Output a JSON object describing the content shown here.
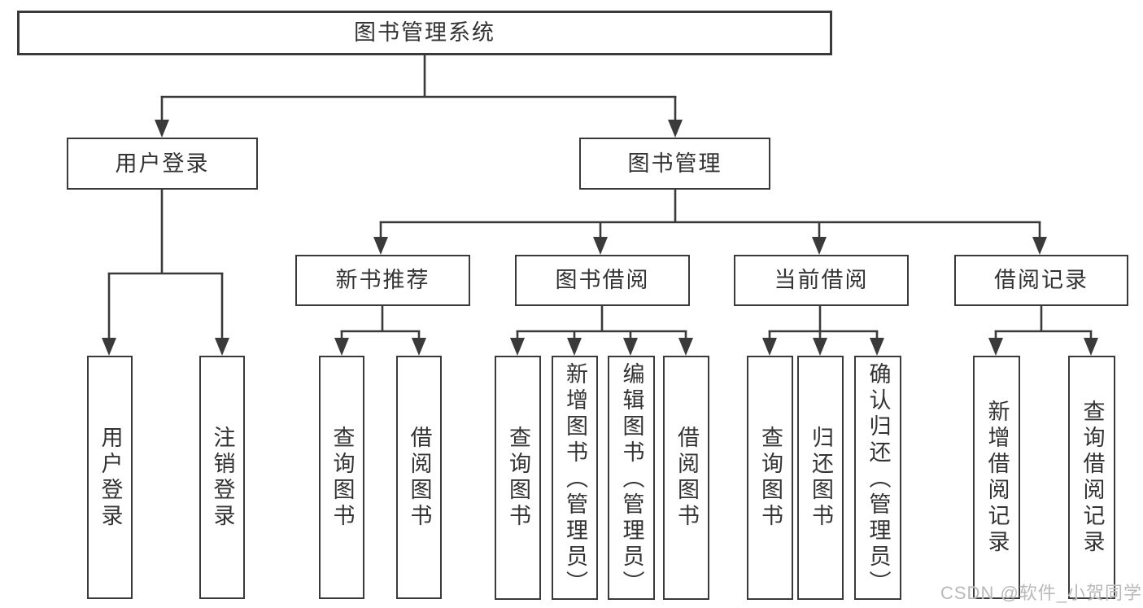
{
  "diagram_title": "图书管理系统",
  "tree": {
    "root": {
      "label": "图书管理系统"
    },
    "branches": [
      {
        "label": "用户登录",
        "children": [
          {
            "label": "用户登录"
          },
          {
            "label": "注销登录"
          }
        ]
      },
      {
        "label": "图书管理",
        "children": [
          {
            "label": "新书推荐",
            "children": [
              {
                "label": "查询图书"
              },
              {
                "label": "借阅图书"
              }
            ]
          },
          {
            "label": "图书借阅",
            "children": [
              {
                "label": "查询图书"
              },
              {
                "label": "新增图书（管理员）"
              },
              {
                "label": "编辑图书（管理员）"
              },
              {
                "label": "借阅图书"
              }
            ]
          },
          {
            "label": "当前借阅",
            "children": [
              {
                "label": "查询图书"
              },
              {
                "label": "归还图书"
              },
              {
                "label": "确认归还（管理员）"
              }
            ]
          },
          {
            "label": "借阅记录",
            "children": [
              {
                "label": "新增借阅记录"
              },
              {
                "label": "查询借阅记录"
              }
            ]
          }
        ]
      }
    ]
  },
  "watermark": {
    "text": "CSDN @软件_小贺同学"
  },
  "colors": {
    "line": "#3a3a3a",
    "text": "#333333",
    "box_background": "#ffffff",
    "page_background": "#ffffff",
    "watermark": "#b9b9b9"
  }
}
